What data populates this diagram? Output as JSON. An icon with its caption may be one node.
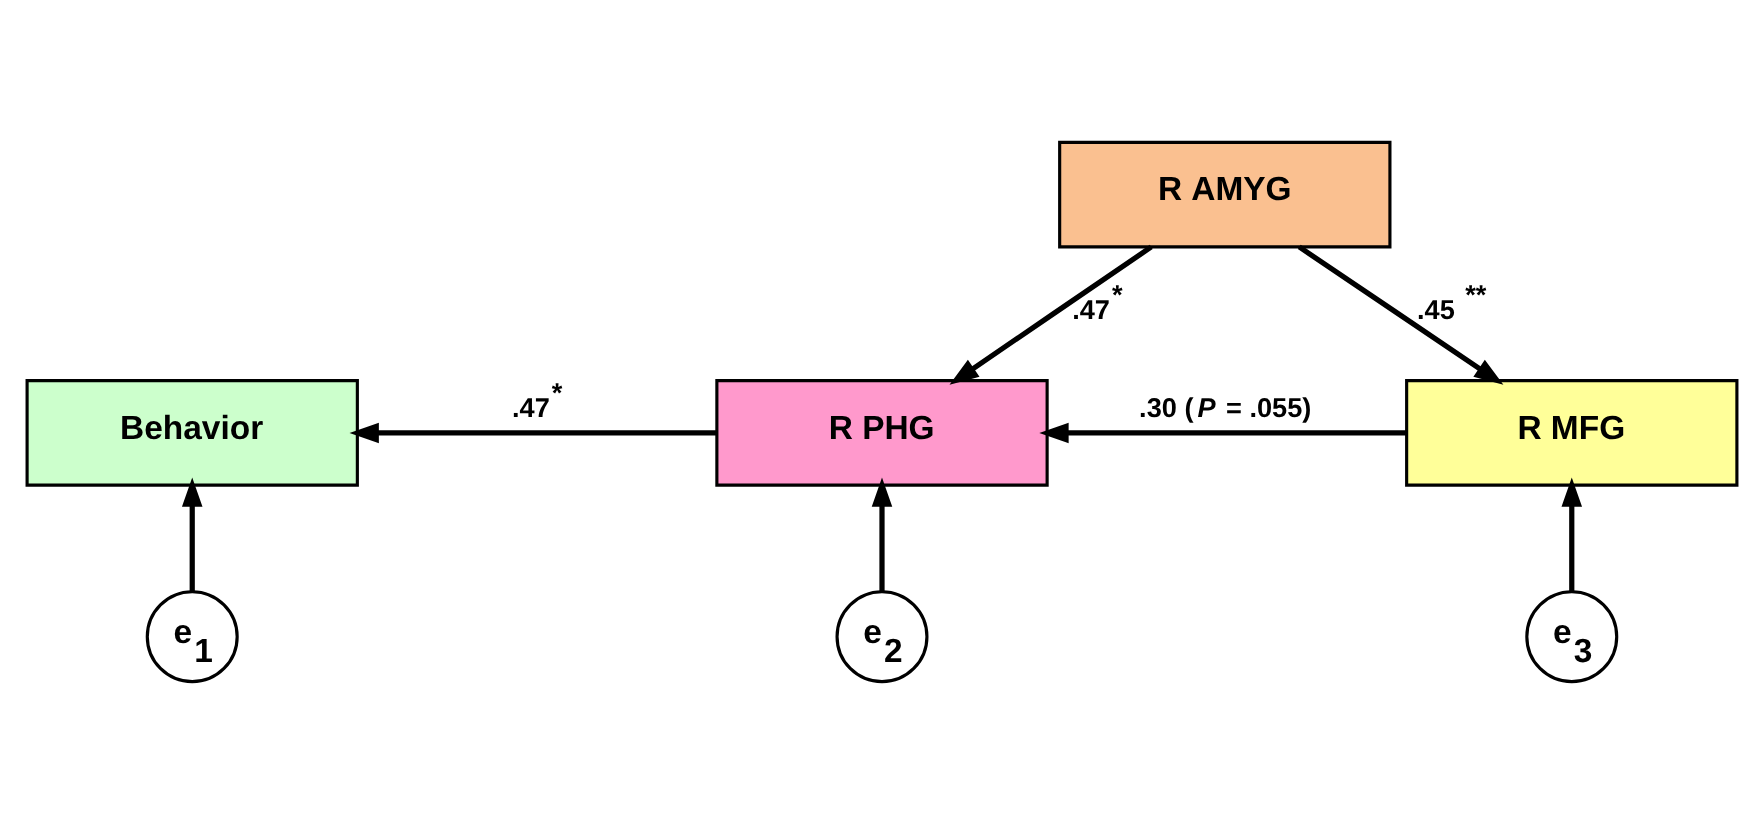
{
  "diagram": {
    "nodes": [
      {
        "text": [
          "R AMYG"
        ]
      },
      {
        "text": [
          "Behavior"
        ]
      },
      {
        "text": [
          "R PHG"
        ]
      },
      {
        "text": [
          "R MFG"
        ]
      },
      {
        "text": [
          "e$_{1}$"
        ]
      },
      {
        "text": [
          "e$_{2}$"
        ]
      },
      {
        "text": [
          "e$_{3}$"
        ]
      }
    ],
    "edges": [
      {
        "from": 0,
        "to": 2,
        "arrow": "to",
        "label": ".47$^{*}$"
      },
      {
        "from": 0,
        "to": 3,
        "arrow": "to",
        "label": ".45 $^{**}$"
      },
      {
        "from": 3,
        "to": 2,
        "arrow": "to",
        "label": ".30 (*P* = .055)"
      },
      {
        "from": 2,
        "to": 1,
        "arrow": "to",
        "label": ".47$^{*}$"
      },
      {
        "from": 4,
        "to": 1,
        "arrow": "to"
      },
      {
        "from": 5,
        "to": 2,
        "arrow": "to"
      },
      {
        "from": 6,
        "to": 3,
        "arrow": "to"
      }
    ]
  }
}
